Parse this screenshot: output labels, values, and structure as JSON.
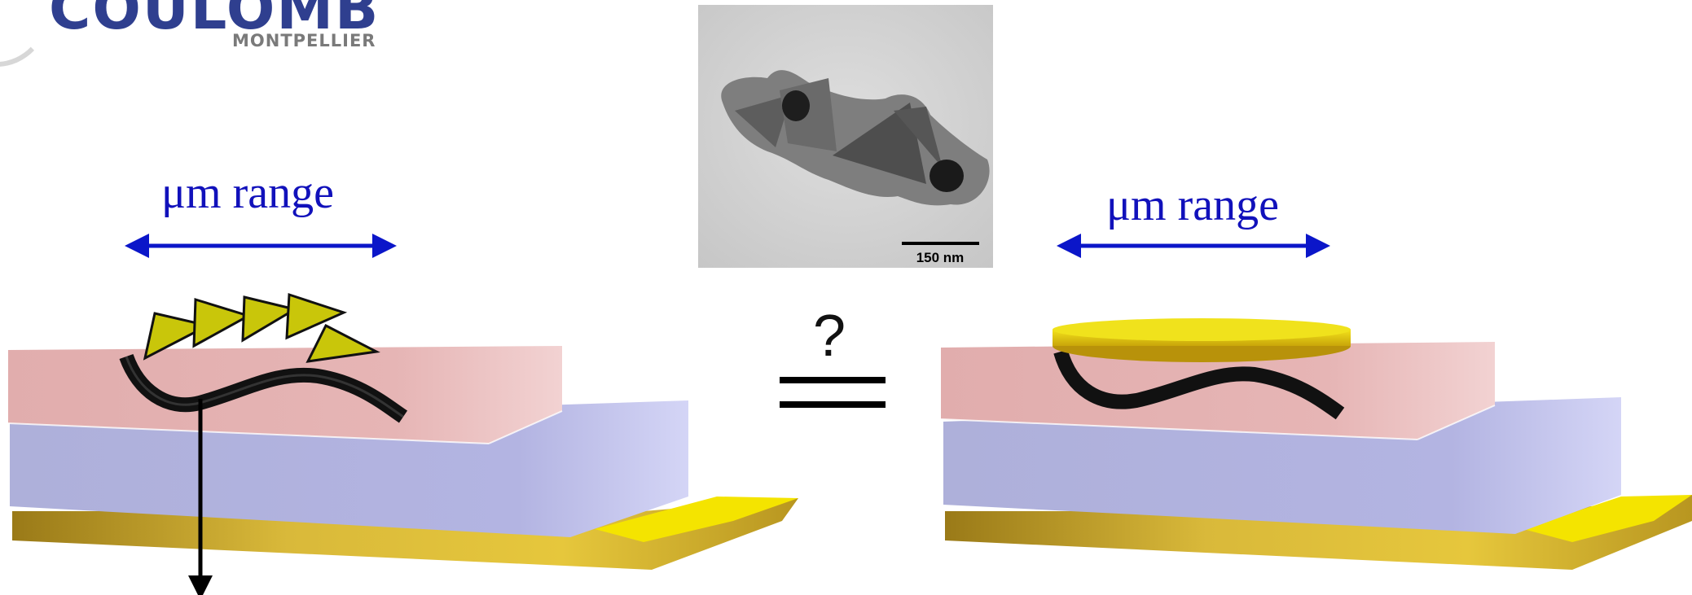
{
  "logo": {
    "title": "COULOMB",
    "subtitle": "MONTPELLIER"
  },
  "tem_image": {
    "scale_bar": "150 nm"
  },
  "left_panel": {
    "range_label": "μm range"
  },
  "right_panel": {
    "range_label": "μm range"
  },
  "comparison": {
    "symbol": "?"
  },
  "colors": {
    "arrow_blue": "#0b16c9",
    "top_layer": "#e7b6b6",
    "middle_layer": "#b1b1dc",
    "gold_base": "#d8b22a",
    "nanoprism": "#c9c60a",
    "disc": "#e8d10f",
    "molecule": "#111111"
  }
}
